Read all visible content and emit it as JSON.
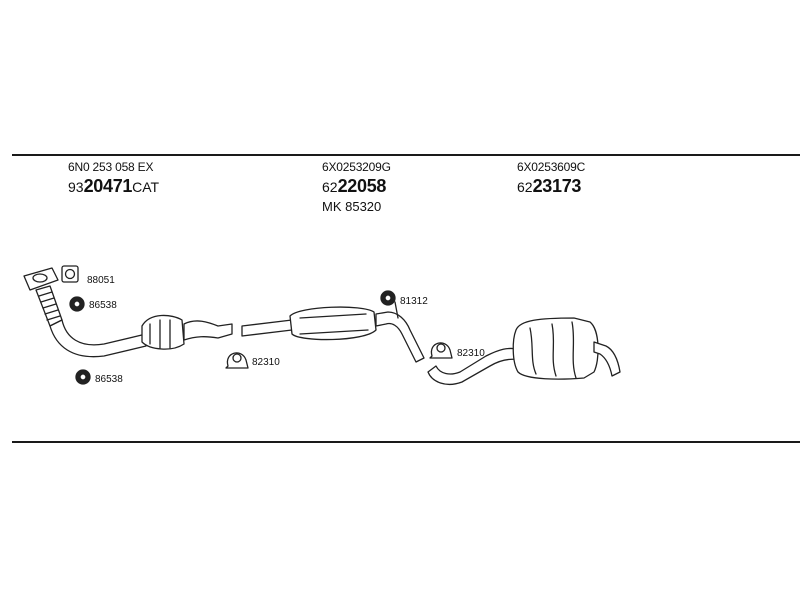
{
  "parts": [
    {
      "oem": "6N0 253 058 EX",
      "prefix": "93",
      "number": "20471",
      "suffix": "CAT"
    },
    {
      "oem": "6X0253209G",
      "prefix": "62",
      "number": "22058",
      "suffix": "",
      "sub": "MK  85320"
    },
    {
      "oem": "6X0253609C",
      "prefix": "62",
      "number": "23173",
      "suffix": ""
    }
  ],
  "labels": {
    "gasket": "88051",
    "mount_upper": "86538",
    "mount_lower": "86538",
    "clamp_left": "82310",
    "hanger_mid": "81312",
    "clamp_right": "82310"
  }
}
